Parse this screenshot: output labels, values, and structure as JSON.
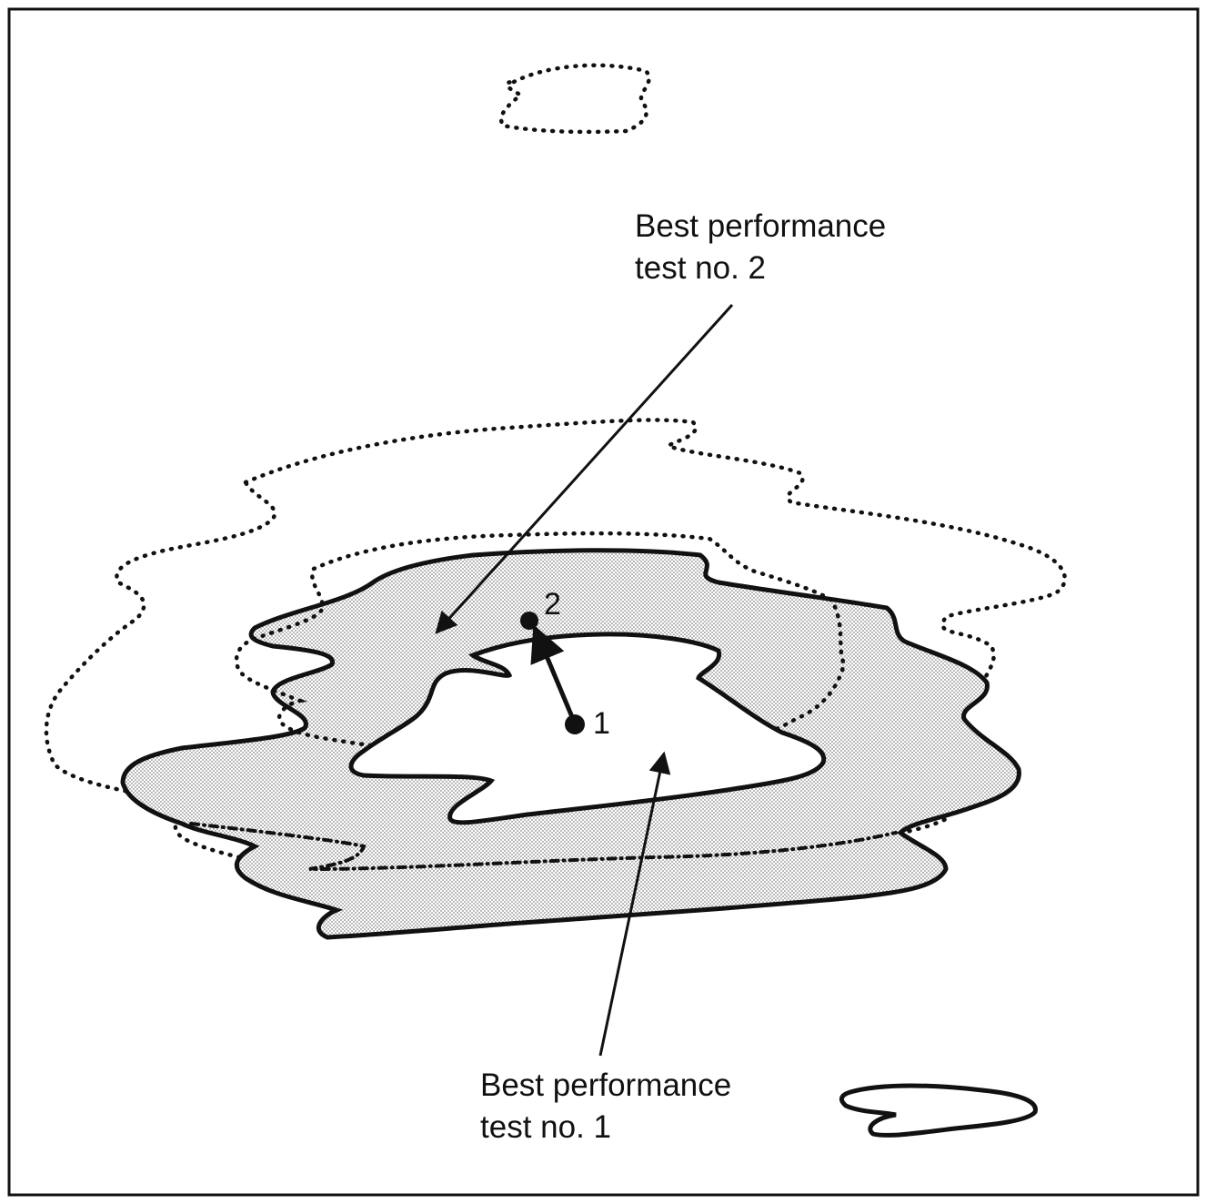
{
  "labels": {
    "test2": {
      "line1": "Best performance",
      "line2": "test no. 2"
    },
    "test1": {
      "line1": "Best performance",
      "line2": "test no. 1"
    }
  },
  "points": {
    "p1": "1",
    "p2": "2"
  },
  "colors": {
    "ink": "#111111",
    "shading": "#cfcfcf",
    "background": "#ffffff"
  }
}
